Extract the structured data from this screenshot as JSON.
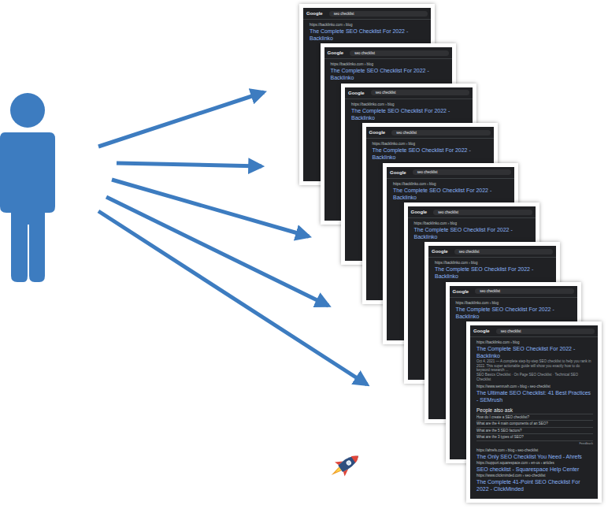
{
  "diagram": {
    "nodes": [
      {
        "text": [
          "Google",
          "seo checklist",
          "https://backlinko.com › blog",
          "The Complete SEO Checklist For 2022 - Backlinko"
        ]
      },
      {
        "text": [
          "Google",
          "seo checklist",
          "https://backlinko.com › blog",
          "The Complete SEO Checklist For 2022 - Backlinko"
        ]
      },
      {
        "text": [
          "Google",
          "seo checklist",
          "https://backlinko.com › blog",
          "The Complete SEO Checklist For 2022 - Backlinko"
        ]
      },
      {
        "text": [
          "Google",
          "seo checklist",
          "https://backlinko.com › blog",
          "The Complete SEO Checklist For 2022 - Backlinko"
        ]
      },
      {
        "text": [
          "Google",
          "seo checklist",
          "https://backlinko.com › blog",
          "The Complete SEO Checklist For 2022 - Backlinko"
        ]
      },
      {
        "text": [
          "Google",
          "seo checklist",
          "https://backlinko.com › blog",
          "The Complete SEO Checklist For 2022 - Backlinko"
        ]
      },
      {
        "text": [
          "Google",
          "seo checklist",
          "https://backlinko.com › blog",
          "The Complete SEO Checklist For 2022 - Backlinko"
        ]
      },
      {
        "text": [
          "Google",
          "seo checklist",
          "https://backlinko.com › blog",
          "The Complete SEO Checklist For 2022 - Backlinko"
        ]
      },
      {
        "text": [
          "Google",
          "seo checklist",
          "https://backlinko.com › blog",
          "The Complete SEO Checklist For 2022 - Backlinko",
          "Oct 4, 2021 — A complete step-by-step SEO checklist to help you rank in 2022. This super actionable guide will show you exactly how to do keyword research ...",
          "SEO Basics Checklist · On Page SEO Checklist · Technical SEO Checklist",
          "https://www.semrush.com › blog › seo-checklist",
          "The Ultimate SEO Checklist: 41 Best Practices - SEMrush",
          "People also ask",
          "How do I create a SEO checklist?",
          "What are the 4 main components of an SEO?",
          "What are the 5 SEO factors?",
          "What are the 3 types of SEO?",
          "Feedback",
          "https://ahrefs.com › blog › seo-checklist",
          "The Only SEO Checklist You Need - Ahrefs",
          "https://support.squarespace.com › en-us › articles",
          "SEO checklist - Squarespace Help Center",
          "https://www.clickminded.com › seo-checklist",
          "The Complete 41-Point SEO Checklist For 2022 - ClickMinded"
        ]
      }
    ]
  }
}
